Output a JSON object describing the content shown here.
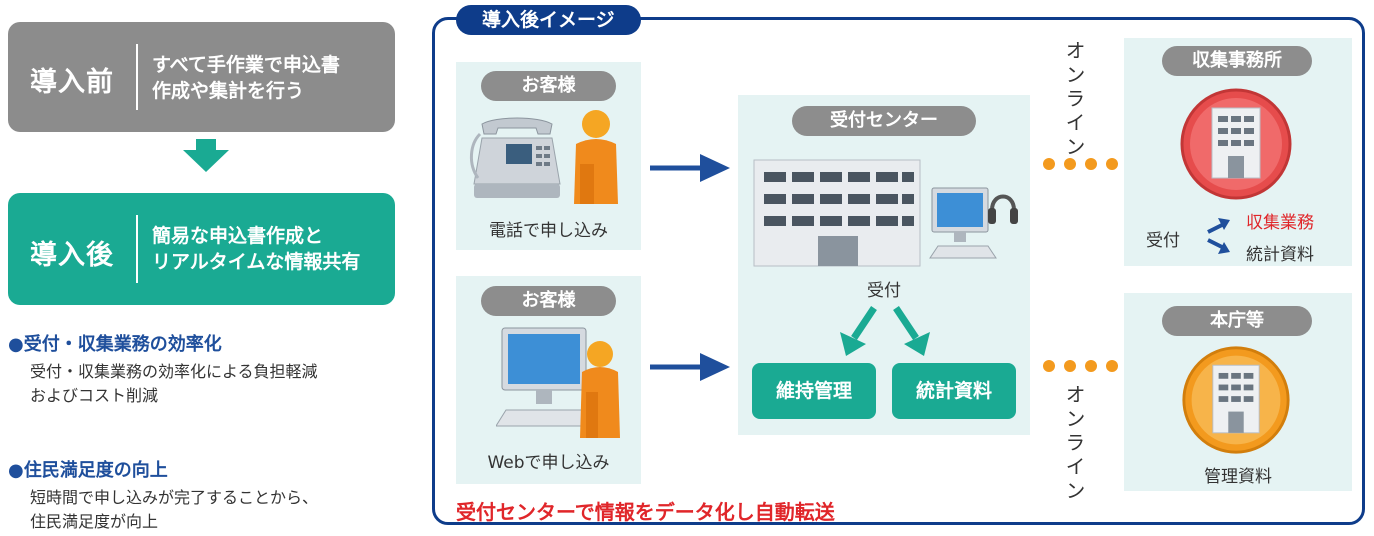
{
  "before": {
    "title": "導入前",
    "desc_line1": "すべて手作業で申込書",
    "desc_line2": "作成や集計を行う"
  },
  "after": {
    "title": "導入後",
    "desc_line1": "簡易な申込書作成と",
    "desc_line2": "リアルタイムな情報共有"
  },
  "benefits": [
    {
      "title": "●受付・収集業務の効率化",
      "desc_line1": "受付・収集業務の効率化による負担軽減",
      "desc_line2": "およびコスト削減"
    },
    {
      "title": "●住民満足度の向上",
      "desc_line1": "短時間で申し込みが完了することから、",
      "desc_line2": "住民満足度が向上"
    }
  ],
  "panel": {
    "title": "導入後イメージ",
    "footer": "受付センターで情報をデータ化し自動転送"
  },
  "customer_phone": {
    "label": "お客様",
    "caption": "電話で申し込み"
  },
  "customer_web": {
    "label": "お客様",
    "caption": "Webで申し込み"
  },
  "center": {
    "label": "受付センター",
    "caption": "受付",
    "btn_maintenance": "維持管理",
    "btn_stats": "統計資料"
  },
  "online_top": "オンライン",
  "online_bottom": "オンライン",
  "office": {
    "label": "収集事務所",
    "reception": "受付",
    "task1": "収集業務",
    "task2": "統計資料"
  },
  "hq": {
    "label": "本庁等",
    "caption": "管理資料"
  },
  "colors": {
    "teal": "#1aaa93",
    "navy": "#0e3c8a",
    "gray": "#8c8c8c",
    "orange": "#f39a1e",
    "red": "#e0262a"
  }
}
